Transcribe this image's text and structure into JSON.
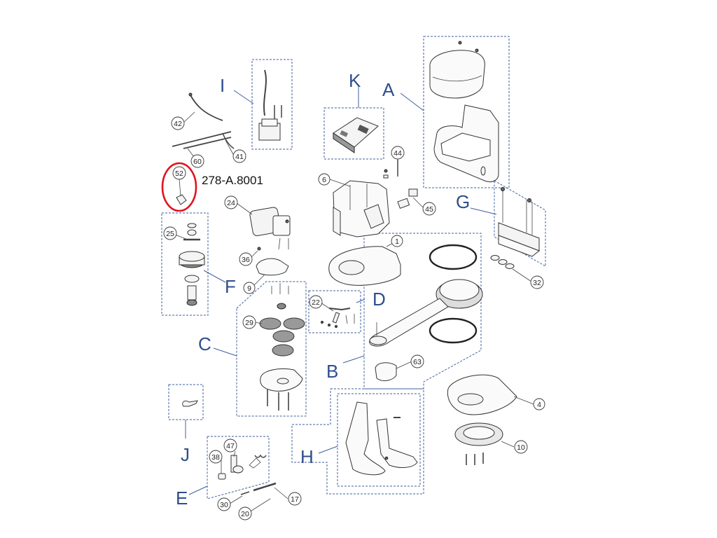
{
  "diagram": {
    "part_code": "278-A.8001",
    "highlight_color": "#e0141e",
    "label_color": "#2e4f8c",
    "group_labels": {
      "A": "A",
      "B": "B",
      "C": "C",
      "D": "D",
      "E": "E",
      "F": "F",
      "G": "G",
      "H": "H",
      "I": "I",
      "J": "J",
      "K": "K"
    },
    "callouts": {
      "c1": "1",
      "c4": "4",
      "c6": "6",
      "c9": "9",
      "c10": "10",
      "c17": "17",
      "c20": "20",
      "c22": "22",
      "c24": "24",
      "c25": "25",
      "c29": "29",
      "c30": "30",
      "c32": "32",
      "c36": "36",
      "c38": "38",
      "c41": "41",
      "c42": "42",
      "c44": "44",
      "c45": "45",
      "c47": "47",
      "c52": "52",
      "c60": "60",
      "c63": "63"
    }
  }
}
